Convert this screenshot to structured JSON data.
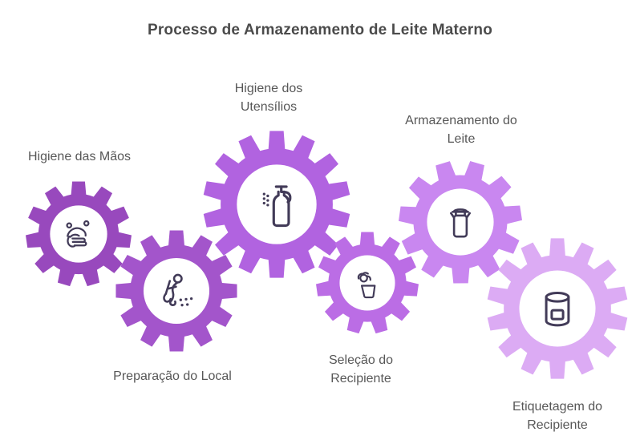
{
  "title": "Processo de Armazenamento de Leite Materno",
  "colors": {
    "background": "#ffffff",
    "title_text": "#4b4b4b",
    "label_text": "#575757",
    "icon_stroke": "#423b58",
    "gear_hub": "#ffffff"
  },
  "steps": [
    {
      "label": "Higiene das Mãos",
      "icon": "hands-washing-icon",
      "gear_color": "#9849bd"
    },
    {
      "label": "Preparação do Local",
      "icon": "person-cleaning-icon",
      "gear_color": "#a355cb"
    },
    {
      "label": "Higiene dos Utensílios",
      "icon": "spray-bottle-icon",
      "gear_color": "#b163e0"
    },
    {
      "label": "Seleção do Recipiente",
      "icon": "hand-over-cup-icon",
      "gear_color": "#bb6de5"
    },
    {
      "label": "Armazenamento do Leite",
      "icon": "milk-can-icon",
      "gear_color": "#c987f0"
    },
    {
      "label": "Etiquetagem do Recipiente",
      "icon": "labeled-container-icon",
      "gear_color": "#dcabf4"
    }
  ]
}
